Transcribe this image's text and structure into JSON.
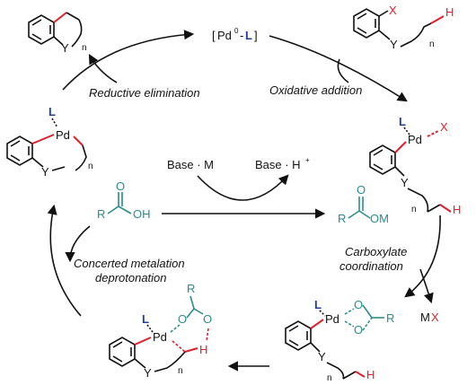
{
  "cycle": {
    "catalyst": {
      "pd": "Pd",
      "oxidation": "0",
      "sep": "-",
      "ligand": "L",
      "open": "[",
      "close": "]"
    },
    "steps": {
      "oxidative_addition": "Oxidative addition",
      "reductive_elimination": "Reductive  elimination",
      "carboxylate_line1": "Carboxylate",
      "carboxylate_line2": "coordination",
      "cmd_line1": "Concerted metalation",
      "cmd_line2": "deprotonation"
    },
    "center": {
      "base_m": "Base · M",
      "base_h": "Base · H",
      "base_h_charge": "+",
      "acid_r": "R",
      "acid_oh": "OH",
      "carboxylate_r": "R",
      "carboxylate_om": "OM"
    },
    "atoms": {
      "x": "X",
      "h": "H",
      "y": "Y",
      "n": "n",
      "L": "L",
      "pd": "Pd",
      "o": "O",
      "r": "R",
      "mx_m": "M",
      "mx_x": "X"
    },
    "colors": {
      "ligand": "#1f3f9a",
      "carboxylate": "#2a8c8c",
      "highlight": "#e0202a",
      "ink": "#111111"
    }
  }
}
